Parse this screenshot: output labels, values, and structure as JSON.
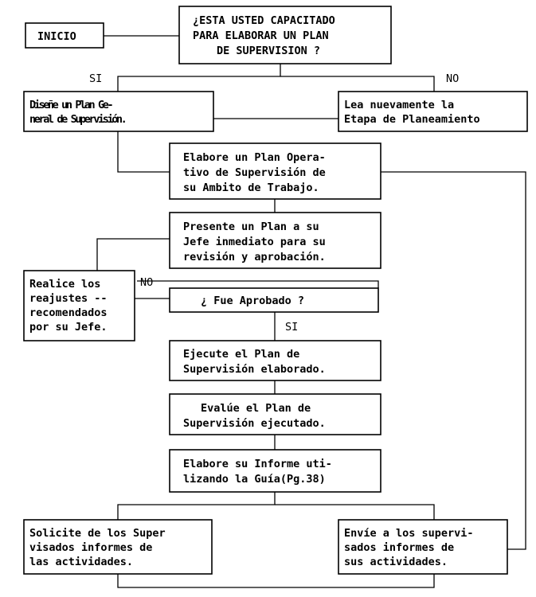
{
  "nodes": {
    "inicio": [
      "INICIO"
    ],
    "q_capacitado": [
      "¿ESTA USTED CAPACITADO",
      "PARA ELABORAR UN PLAN",
      "DE SUPERVISION ?"
    ],
    "disene_plan": [
      "Diseñe un Plan Ge-",
      "neral de Supervisión."
    ],
    "lea_etapa": [
      "Lea nuevamente la",
      "Etapa de Planeamiento"
    ],
    "plan_operativo": [
      "Elabore un Plan Opera-",
      "tivo de Supervisión de",
      "su Ambito de Trabajo."
    ],
    "presente_plan": [
      "Presente un Plan a su",
      "Jefe inmediato para su",
      "revisión y aprobación."
    ],
    "realice_reajustes": [
      "Realice los",
      "reajustes --",
      "recomendados",
      "por su Jefe."
    ],
    "q_aprobado": [
      "¿ Fue Aprobado ?"
    ],
    "ejecute_plan": [
      "Ejecute el Plan de",
      "Supervisión elaborado."
    ],
    "evalue_plan": [
      "Evalúe el Plan de",
      "Supervisión ejecutado."
    ],
    "elabore_informe": [
      "Elabore su Informe uti-",
      "lizando la Guía(Pg.38)"
    ],
    "solicite_informes": [
      "Solicite de los Super",
      "visados informes de",
      "las actividades."
    ],
    "envie_supervisados": [
      "Envíe a los supervi-",
      "sados informes de",
      "sus actividades."
    ]
  },
  "labels": {
    "si_1": "SI",
    "no_1": "NO",
    "no_2": "NO",
    "si_2": "SI"
  }
}
